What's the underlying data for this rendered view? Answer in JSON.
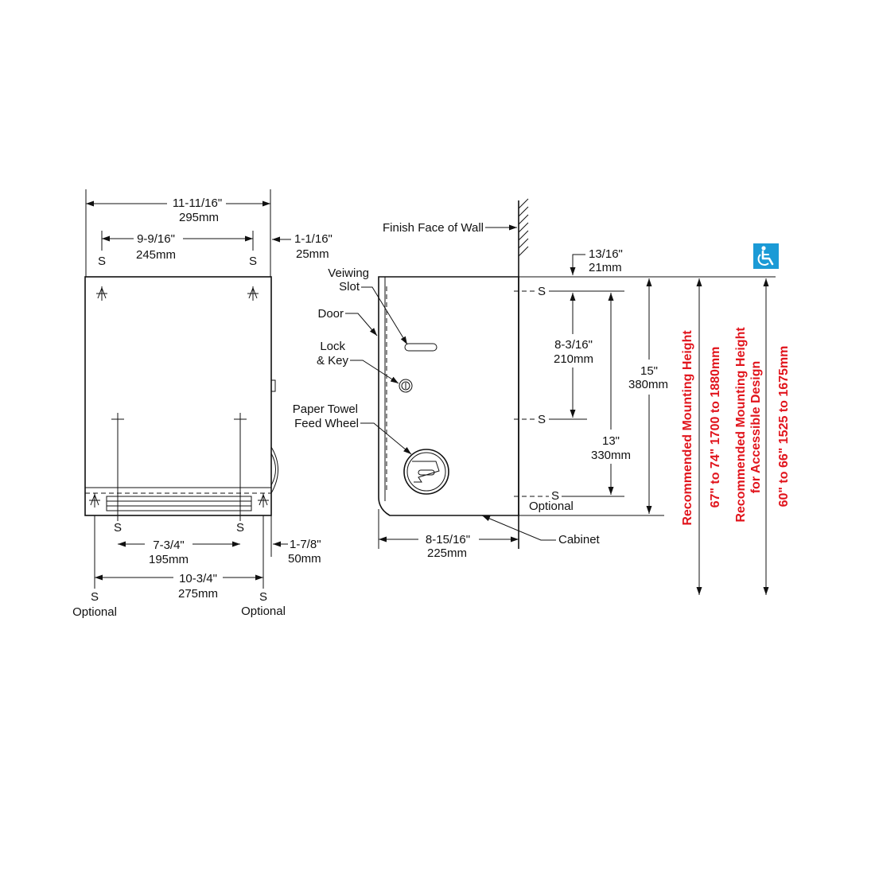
{
  "front_view": {
    "overall_width": {
      "imperial": "11-11/16\"",
      "metric": "295mm"
    },
    "top_mount_spacing": {
      "imperial": "9-9/16\"",
      "metric": "245mm"
    },
    "side_offset": {
      "imperial": "1-1/16\"",
      "metric": "25mm"
    },
    "bottom_mount_spacing": {
      "imperial": "7-3/4\"",
      "metric": "195mm"
    },
    "bottom_side_offset": {
      "imperial": "1-7/8\"",
      "metric": "50mm"
    },
    "optional_spacing": {
      "imperial": "10-3/4\"",
      "metric": "275mm"
    },
    "screw_mark": "S",
    "optional_label": "Optional"
  },
  "side_view": {
    "wall_label": "Finish Face of Wall",
    "viewing_slot_label": [
      "Veiwing",
      "Slot"
    ],
    "door_label": "Door",
    "lock_label": [
      "Lock",
      "& Key"
    ],
    "feed_wheel_label": [
      "Paper Towel",
      "Feed Wheel"
    ],
    "cabinet_label": "Cabinet",
    "depth": {
      "imperial": "8-15/16\"",
      "metric": "225mm"
    },
    "top_offset": {
      "imperial": "13/16\"",
      "metric": "21mm"
    },
    "upper_mount_spacing": {
      "imperial": "8-3/16\"",
      "metric": "210mm"
    },
    "lower_mount_spacing": {
      "imperial": "13\"",
      "metric": "330mm"
    },
    "height": {
      "imperial": "15\"",
      "metric": "380mm"
    },
    "screw_mark": "S",
    "optional_label": "Optional"
  },
  "mounting_heights": {
    "recommended_label": "Recommended Mounting Height",
    "recommended_range": "67\" to 74\" 1700 to 1880mm",
    "accessible_label_line1": "Recommended Mounting Height",
    "accessible_label_line2": "for Accessible Design",
    "accessible_range": "60\" to 66\" 1525 to 1675mm",
    "accessible_icon": "wheelchair-accessibility-icon"
  },
  "colors": {
    "accent_red": "#e1141c",
    "icon_blue": "#1b9ad6",
    "line": "#111111"
  }
}
